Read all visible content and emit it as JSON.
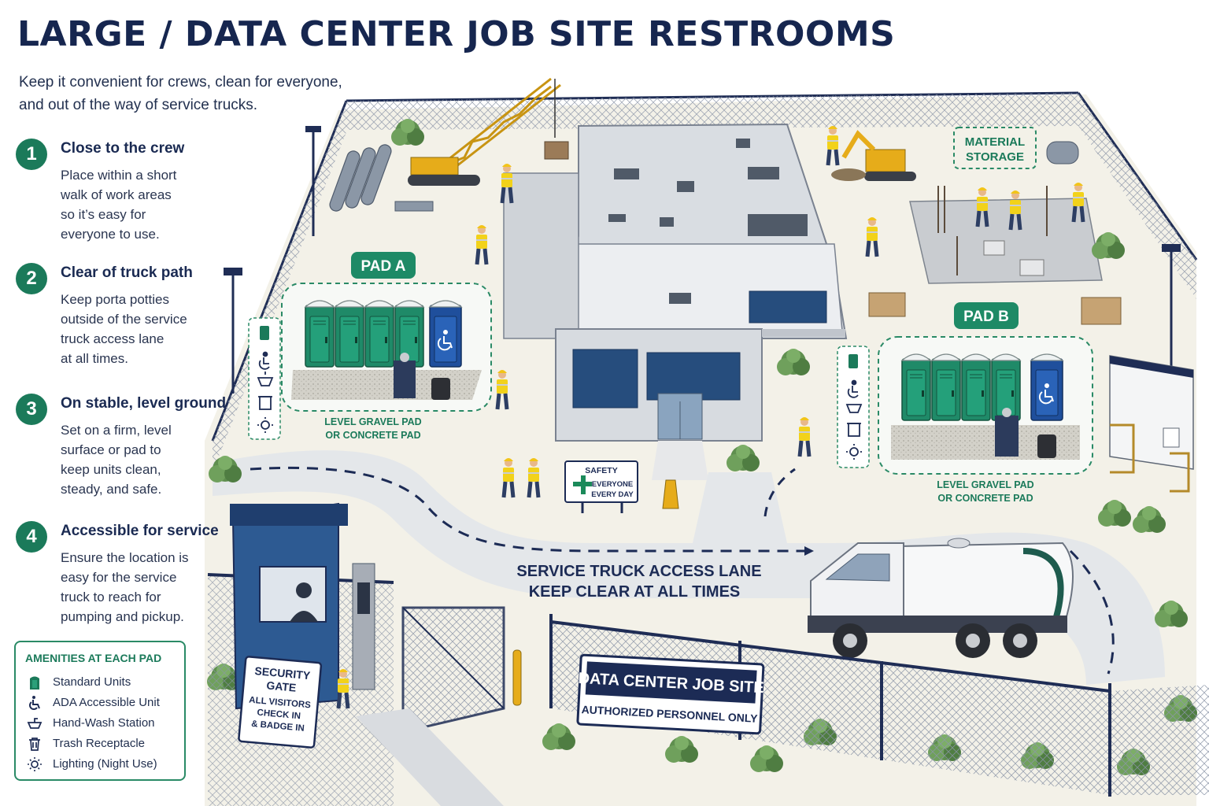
{
  "title": "LARGE / DATA CENTER JOB SITE RESTROOMS",
  "subtitle": {
    "line1": "Keep it convenient for crews, clean for everyone,",
    "line2": "and out of the way of service trucks."
  },
  "steps": [
    {
      "num": "1",
      "heading": "Close to the crew",
      "lines": [
        "Place within a short",
        "walk of work areas",
        "so it’s easy for",
        "everyone to use."
      ]
    },
    {
      "num": "2",
      "heading": "Clear of truck path",
      "lines": [
        "Keep porta potties",
        "outside of the service",
        "truck access lane",
        "at all times."
      ]
    },
    {
      "num": "3",
      "heading": "On stable, level ground",
      "lines": [
        "Set on a firm, level",
        "surface or pad to",
        "keep units clean,",
        "steady, and safe."
      ]
    },
    {
      "num": "4",
      "heading": "Accessible for service",
      "lines": [
        "Ensure the location is",
        "easy for the service",
        "truck to reach for",
        "pumping and pickup."
      ]
    }
  ],
  "amenities": {
    "title": "AMENITIES AT EACH PAD",
    "items": [
      {
        "label": "Standard Units",
        "icon": "porta-potty-icon"
      },
      {
        "label": "ADA Accessible Unit",
        "icon": "wheelchair-icon"
      },
      {
        "label": "Hand-Wash Station",
        "icon": "sink-icon"
      },
      {
        "label": "Trash Receptacle",
        "icon": "trash-icon"
      },
      {
        "label": "Lighting (Night Use)",
        "icon": "light-icon"
      }
    ]
  },
  "scene": {
    "pad_a": {
      "label": "PAD A",
      "caption": [
        "LEVEL GRAVEL PAD",
        "OR CONCRETE PAD"
      ]
    },
    "pad_b": {
      "label": "PAD B",
      "caption": [
        "LEVEL GRAVEL PAD",
        "OR CONCRETE PAD"
      ]
    },
    "material_storage": [
      "MATERIAL",
      "STORAGE"
    ],
    "safety_sign": {
      "title": "SAFETY",
      "lines": [
        "EVERYONE",
        "EVERY DAY"
      ]
    },
    "lane": [
      "SERVICE TRUCK ACCESS LANE",
      "KEEP CLEAR AT ALL TIMES"
    ],
    "security_sign": [
      "SECURITY",
      "GATE",
      "ALL VISITORS",
      "CHECK IN",
      "& BADGE IN"
    ],
    "site_sign": {
      "title": "DATA CENTER JOB SITE",
      "subtitle": "AUTHORIZED PERSONNEL ONLY"
    }
  },
  "colors": {
    "brand_navy": "#16264f",
    "accent_green": "#1b7a5a",
    "unit_green": "#1f8a68",
    "ada_blue": "#1f4f9c",
    "ground": "#f3f1e8",
    "lane": "#e4e7ea"
  }
}
